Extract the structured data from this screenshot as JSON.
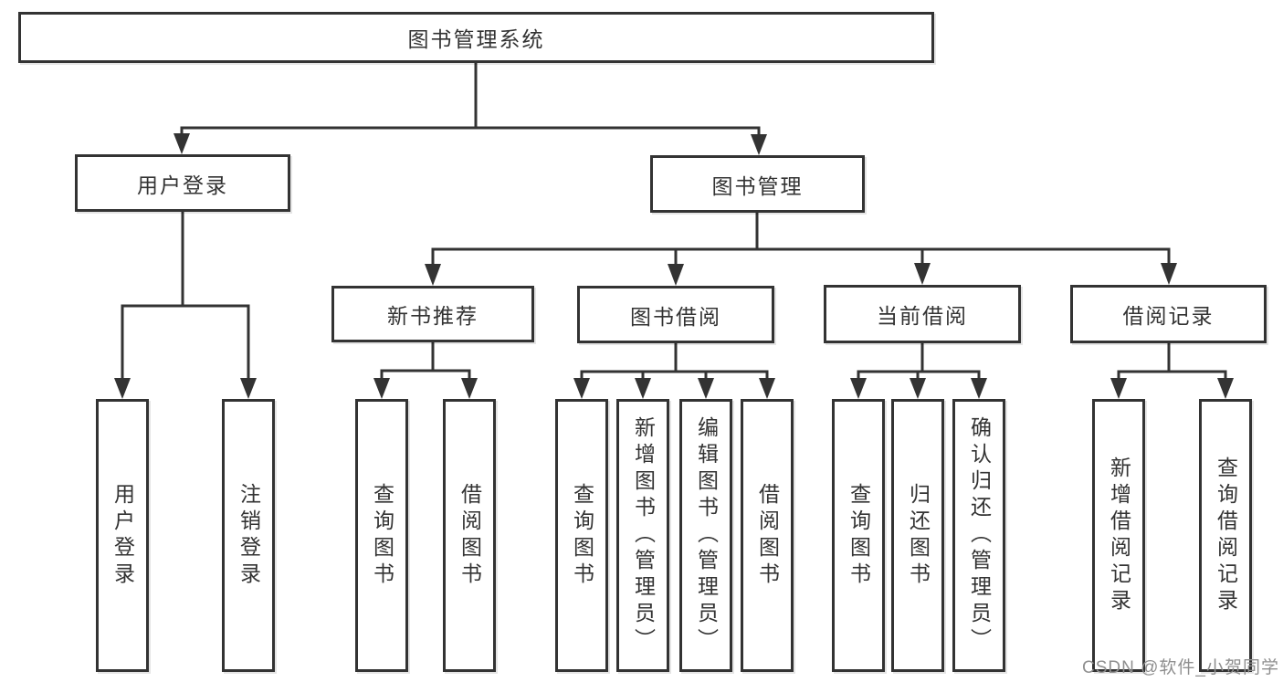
{
  "title": "图书管理系统",
  "watermark": "CSDN @软件_小贺同学",
  "colors": {
    "line": "#333333",
    "text": "#333333",
    "watermark": "#8f8f8f",
    "background": "#ffffff"
  },
  "nodes": {
    "root": {
      "label": "图书管理系统"
    },
    "level2": [
      {
        "label": "用户登录"
      },
      {
        "label": "图书管理"
      }
    ],
    "level3": [
      {
        "label": "新书推荐",
        "parent": "图书管理"
      },
      {
        "label": "图书借阅",
        "parent": "图书管理"
      },
      {
        "label": "当前借阅",
        "parent": "图书管理"
      },
      {
        "label": "借阅记录",
        "parent": "图书管理"
      }
    ],
    "leaves": [
      {
        "label": "用户登录",
        "parent": "用户登录"
      },
      {
        "label": "注销登录",
        "parent": "用户登录"
      },
      {
        "label": "查询图书",
        "parent": "新书推荐"
      },
      {
        "label": "借阅图书",
        "parent": "新书推荐"
      },
      {
        "label": "查询图书",
        "parent": "图书借阅"
      },
      {
        "label": "新增图书（管理员）",
        "parent": "图书借阅"
      },
      {
        "label": "编辑图书（管理员）",
        "parent": "图书借阅"
      },
      {
        "label": "借阅图书",
        "parent": "图书借阅"
      },
      {
        "label": "查询图书",
        "parent": "当前借阅"
      },
      {
        "label": "归还图书",
        "parent": "当前借阅"
      },
      {
        "label": "确认归还（管理员）",
        "parent": "当前借阅"
      },
      {
        "label": "新增借阅记录",
        "parent": "借阅记录"
      },
      {
        "label": "查询借阅记录",
        "parent": "借阅记录"
      }
    ]
  }
}
